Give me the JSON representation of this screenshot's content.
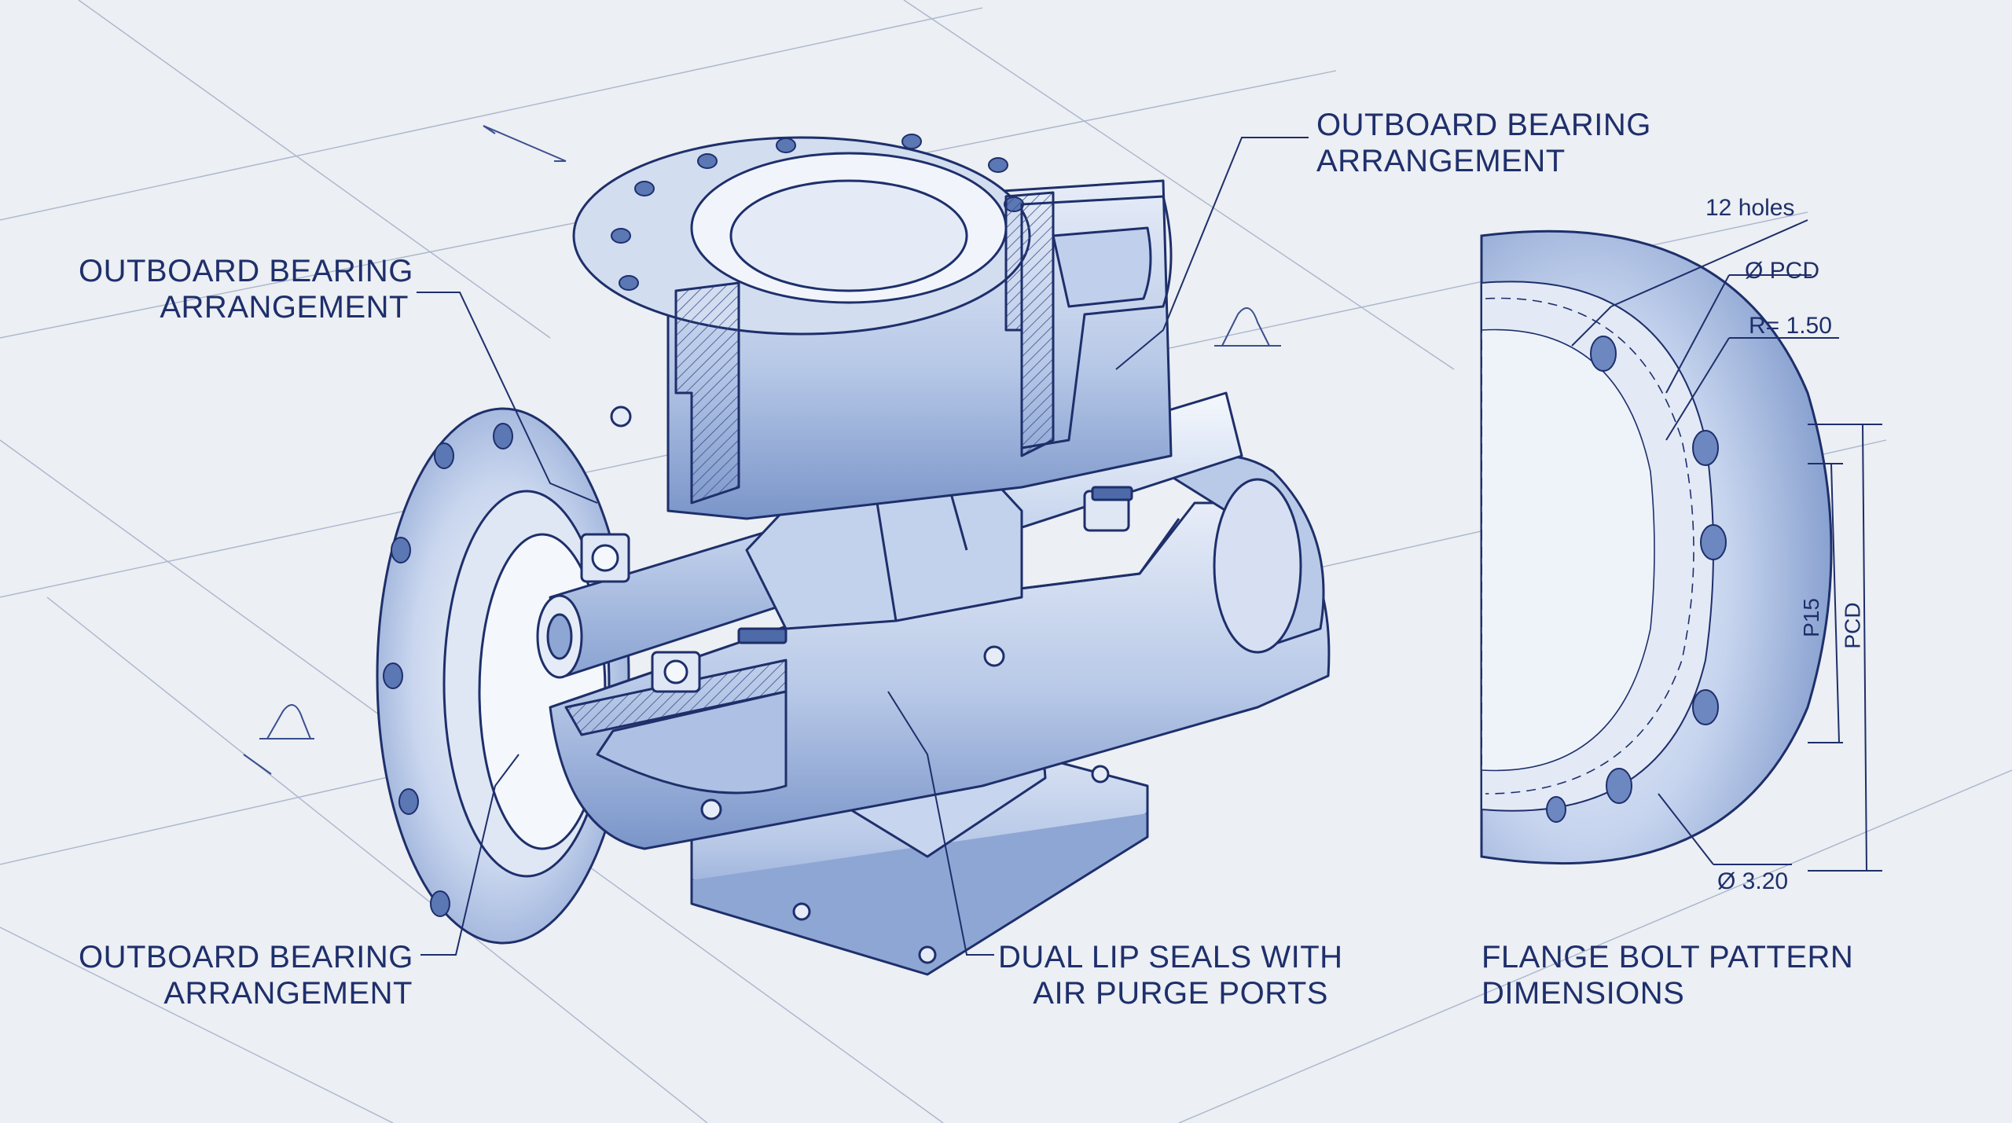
{
  "labels": {
    "top_center_line1": "OUTBOARD BEARING",
    "top_center_line2": "ARRANGEMENT",
    "left_top_line1": "OUTBOARD BEARING",
    "left_top_line2": "ARRANGEMENT",
    "left_bottom_line1": "OUTBOARD BEARING",
    "left_bottom_line2": "ARRANGEMENT",
    "seals_line1": "DUAL LIP SEALS WITH",
    "seals_line2": "AIR PURGE PORTS",
    "flange_line1": "FLANGE BOLT PATTERN",
    "flange_line2": "DIMENSIONS"
  },
  "dimensions": {
    "holes": "12 holes",
    "pcd_diameter": "Ø PCD",
    "radius": "R= 1.50",
    "p15": "P15",
    "pcd": "PCD",
    "hole_diameter": "Ø 3.20"
  },
  "colors": {
    "ink": "#1e2f6b",
    "fill_light": "#dbe4f3",
    "fill_mid": "#a9bde0",
    "fill_dark": "#6f8cc4",
    "background": "#eceff3"
  }
}
